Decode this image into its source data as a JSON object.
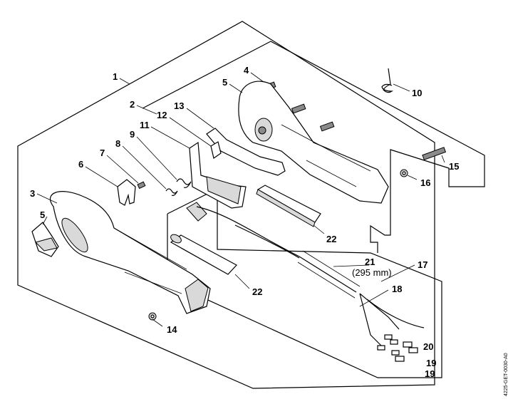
{
  "diagram": {
    "callouts": [
      "1",
      "2",
      "3",
      "4",
      "5",
      "5",
      "6",
      "7",
      "8",
      "9",
      "10",
      "11",
      "12",
      "13",
      "14",
      "15",
      "16",
      "17",
      "18",
      "19",
      "19",
      "20",
      "21",
      "22",
      "22"
    ],
    "hose_length_note": "(295 mm)",
    "drawing_code": "4225-GET-0030-A0"
  }
}
